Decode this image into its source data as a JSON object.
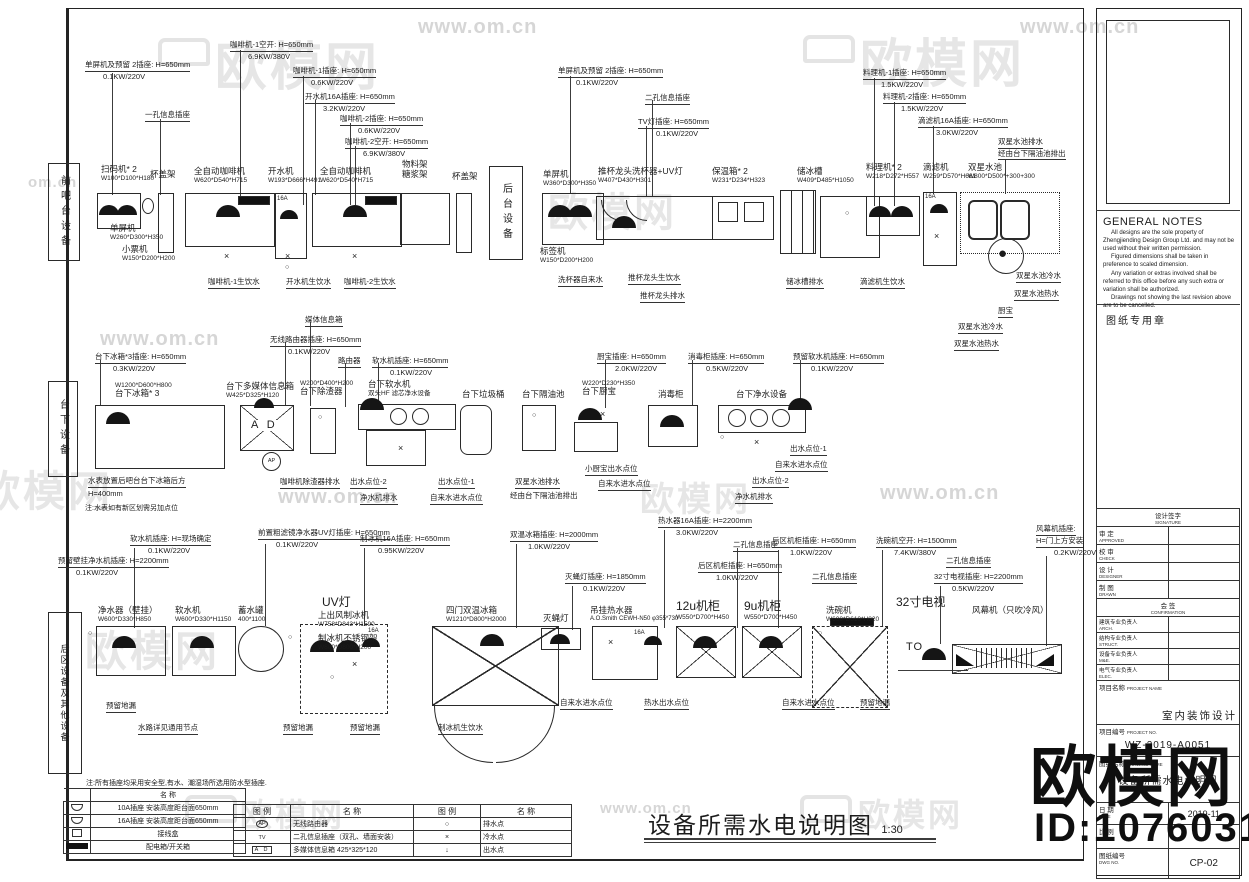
{
  "sheet": {
    "title": "设备所需水电说明图",
    "scale": "1:30",
    "breaker": "16A"
  },
  "wm": {
    "brand": "欧模网",
    "url": "www.om.cn",
    "url_short": "om.cn",
    "id": "ID:1076031"
  },
  "zones": {
    "z1": "前吧台设备",
    "z2": "后台设备",
    "z3": "台下设备",
    "z4": "后区设备及其他设备"
  },
  "t": {
    "ann": [
      {
        "t": "单屏机及预留 2插座: H=650mm",
        "p": "0.1KW/220V"
      },
      {
        "t": "一孔信息插座",
        "p": ""
      },
      {
        "t": "咖啡机-1空开: H=650mm",
        "p": "6.9KW/380V"
      },
      {
        "t": "咖啡机-1插座: H=650mm",
        "p": "0.6KW/220V"
      },
      {
        "t": "开水机16A插座: H=650mm",
        "p": "3.2KW/220V"
      },
      {
        "t": "咖啡机-2插座: H=650mm",
        "p": "0.6KW/220V"
      },
      {
        "t": "咖啡机-2空开: H=650mm",
        "p": "6.9KW/380V"
      },
      {
        "t": "单屏机及预留 2插座: H=650mm",
        "p": "0.1KW/220V"
      },
      {
        "t": "二孔信息插座",
        "p": ""
      },
      {
        "t": "TV灯插座: H=650mm",
        "p": "0.1KW/220V"
      },
      {
        "t": "料理机-1插座: H=650mm",
        "p": "1.5KW/220V"
      },
      {
        "t": "料理机-2插座: H=650mm",
        "p": "1.5KW/220V"
      },
      {
        "t": "滴滤机16A插座: H=650mm",
        "p": "3.0KW/220V"
      },
      {
        "t": "双星水池排水",
        "p": "经由台下隔油池排出"
      }
    ],
    "eq": [
      {
        "n": "扫码机* 2",
        "d": "W100*D100*H180"
      },
      {
        "n": "单屏机",
        "d": "W260*D300*H350"
      },
      {
        "n": "小票机",
        "d": "W150*D200*H200"
      },
      {
        "n": "杯盖架",
        "d": ""
      },
      {
        "n": "全自动咖啡机",
        "d": "W620*D540*H715"
      },
      {
        "n": "开水机",
        "d": "W193*D666*H491"
      },
      {
        "n": "全自动咖啡机",
        "d": "W620*D540*H715"
      },
      {
        "n": "物料架",
        "d": ""
      },
      {
        "n": "糖浆架",
        "d": ""
      },
      {
        "n": "杯盖架",
        "d": ""
      },
      {
        "n": "单屏机",
        "d": "W360*D300*H350"
      },
      {
        "n": "标签机",
        "d": "W150*D200*H200"
      },
      {
        "n": "推杯龙头洗杯器+UV灯",
        "d": "W407*D430*H301"
      },
      {
        "n": "保温箱* 2",
        "d": "W231*D234*H323"
      },
      {
        "n": "储冰槽",
        "d": "W409*D485*H1050"
      },
      {
        "n": "料理机* 2",
        "d": "W218*D272*H557"
      },
      {
        "n": "滴滤机",
        "d": "W259*D570*H661"
      },
      {
        "n": "双星水池",
        "d": "W800*D500*+300+300"
      }
    ],
    "wl": [
      "咖啡机-1生饮水",
      "开水机生饮水",
      "咖啡机-2生饮水",
      "洗杯器自来水",
      "推杯龙头生饮水",
      "推杯龙头排水",
      "储冰槽排水",
      "滴滤机生饮水",
      "双星水池冷水",
      "双星水池热水",
      "厨宝",
      "双星水池冷水",
      "双星水池热水"
    ]
  },
  "m": {
    "ann": [
      {
        "t": "台下冰箱*3插座: H=650mm",
        "p": "0.3KW/220V"
      },
      {
        "t": "媒体信息箱",
        "p": ""
      },
      {
        "t": "无线路由器插座: H=650mm",
        "p": "0.1KW/220V"
      },
      {
        "t": "路由器",
        "p": ""
      },
      {
        "t": "软水机插座: H=650mm",
        "p": "0.1KW/220V"
      },
      {
        "t": "厨宝插座: H=650mm",
        "p": "2.0KW/220V"
      },
      {
        "t": "消毒柜插座: H=650mm",
        "p": "0.5KW/220V"
      },
      {
        "t": "预留软水机插座: H=650mm",
        "p": "0.1KW/220V"
      }
    ],
    "eq": [
      {
        "n": "台下冰箱* 3",
        "d": "W1200*D600*H800"
      },
      {
        "n": "台下多媒体信息箱",
        "d": "W425*D325*H120"
      },
      {
        "n": "台下除渣器",
        "d": "W200*D400*H200"
      },
      {
        "n": "台下软水机",
        "d": "双头HF 滤芯净水设备"
      },
      {
        "n": "台下垃圾桶",
        "d": ""
      },
      {
        "n": "台下隔油池",
        "d": ""
      },
      {
        "n": "台下厨宝",
        "d": "W220*D230*H350"
      },
      {
        "n": "消毒柜",
        "d": ""
      },
      {
        "n": "台下净水设备",
        "d": ""
      }
    ],
    "wl": [
      "水表放置后吧台台下冰箱后方",
      "H=400mm",
      "注:水表如有新区划需另加点位",
      "咖啡机除渣器排水",
      "出水点位-2",
      "净水机排水",
      "出水点位-1",
      "自来水进水点位",
      "双星水池排水",
      "经由台下隔油池排出",
      "小厨宝出水点位",
      "自来水进水点位",
      "出水点位-1",
      "自来水进水点位",
      "出水点位-2",
      "净水机排水"
    ],
    "ap": "AP",
    "ad": "A D"
  },
  "b": {
    "ann": [
      {
        "t": "软水机插座: H=现场确定",
        "p": "0.1KW/220V"
      },
      {
        "t": "预留壁挂净水机插座: H=2200mm",
        "p": "0.1KW/220V"
      },
      {
        "t": "前置粗滤镜净水器UV灯插座: H=650mm",
        "p": "0.1KW/220V"
      },
      {
        "t": "制冰机16A插座: H=650mm",
        "p": "0.95KW/220V"
      },
      {
        "t": "双温冰箱插座: H=2000mm",
        "p": "1.0KW/220V"
      },
      {
        "t": "灭蝇灯插座: H=1850mm",
        "p": "0.1KW/220V"
      },
      {
        "t": "热水器16A插座: H=2200mm",
        "p": "3.0KW/220V"
      },
      {
        "t": "二孔信息插座",
        "p": ""
      },
      {
        "t": "后区机柜插座: H=650mm",
        "p": "1.0KW/220V"
      },
      {
        "t": "后区机柜插座: H=650mm",
        "p": "1.0KW/220V"
      },
      {
        "t": "二孔信息插座",
        "p": ""
      },
      {
        "t": "洗碗机空开: H=1500mm",
        "p": "7.4KW/380V"
      },
      {
        "t": "二孔信息插座",
        "p": ""
      },
      {
        "t": "32寸电视插座: H=2200mm",
        "p": "0.5KW/220V"
      },
      {
        "t": "风幕机插座:",
        "t2": "H=门上方安装",
        "p": "0.2KW/220V"
      }
    ],
    "eq": [
      {
        "n": "净水器（壁挂）",
        "d": "W600*D330*H850"
      },
      {
        "n": "软水机",
        "d": "W600*D330*H1150"
      },
      {
        "n": "蓄水罐",
        "d": "400*1100"
      },
      {
        "n": "UV灯",
        "d": ""
      },
      {
        "n": "上出风制冰机",
        "d": "W758*D843*H1590"
      },
      {
        "n": "制冰机不锈钢架",
        "d": "W800*D800*H200"
      },
      {
        "n": "四门双温冰箱",
        "d": "W1210*D800*H2000"
      },
      {
        "n": "灭蝇灯",
        "d": ""
      },
      {
        "n": "吊挂热水器",
        "d": "A.O.Smith CEWH-N50 φ355*730"
      },
      {
        "n": "12u机柜",
        "d": "W550*D700*H450"
      },
      {
        "n": "9u机柜",
        "d": "W550*D700*H450"
      },
      {
        "n": "洗碗机",
        "d": "W600*D610*H820"
      },
      {
        "n": "32寸电视",
        "d": ""
      },
      {
        "n": "风幕机（只吹冷风）",
        "d": ""
      }
    ],
    "wl": [
      "预留地漏",
      "水路详见通用节点",
      "预留地漏",
      "预留地漏",
      "制冰机生饮水",
      "自来水进水点位",
      "热水出水点位",
      "自来水进水点位",
      "预留地漏"
    ],
    "tv": "TO"
  },
  "legend": {
    "note": "注:所有插座均采用安全型,有水、潮湿场所选用防水型插座.",
    "name_header": "名  称",
    "sym_header": "图 例",
    "left_rows": [
      "10A插座 安装高度距台面650mm",
      "16A插座 安装高度距台面650mm",
      "接线盒",
      "配电箱/开关箱"
    ],
    "rows": [
      {
        "sym": "AP",
        "name": "无线路由器",
        "sym2": "○",
        "name2": "排水点"
      },
      {
        "sym": "TV",
        "name": "二孔信息插座（双孔、墙面安装）",
        "sym2": "×",
        "name2": "冷水点"
      },
      {
        "sym": "A D",
        "name": "多媒体信息箱 425*325*120",
        "sym2": "↓",
        "name2": "出水点"
      }
    ]
  },
  "panel": {
    "notes_title": "GENERAL NOTES",
    "notes": [
      "All designs are the sole property of Zhengjiending Design Group Ltd. and may not be used without their written permission.",
      "Figured dimensions shall be taken in preference to scaled dimension.",
      "Any variation or extras involved shall be referred to this office before any such extra or variation shall be authorized.",
      "Drawings not showing the last revision above are to be cancelled."
    ],
    "stamp": "图纸专用章",
    "sig_title": "设计签字",
    "sig_title_en": "SIGNATURE",
    "sig_rows": [
      {
        "cn": "审  定",
        "en": "APPROVED"
      },
      {
        "cn": "校  审",
        "en": "CHECK"
      },
      {
        "cn": "设  计",
        "en": "DESIGNER"
      },
      {
        "cn": "制  图",
        "en": "DRAWN"
      }
    ],
    "conf_title": "会  签",
    "conf_title_en": "CONFIRMATION",
    "conf_rows": [
      {
        "cn": "建筑专业负责人",
        "en": "ARCH."
      },
      {
        "cn": "结构专业负责人",
        "en": "STRUCT."
      },
      {
        "cn": "设备专业负责人",
        "en": "M&E."
      },
      {
        "cn": "电气专业负责人",
        "en": "ELEC."
      }
    ],
    "project_name_label": "项目名称",
    "project_name_en": "PROJECT NAME",
    "project_name": "室内装饰设计",
    "project_no_label": "项目编号",
    "project_no_en": "PROJECT NO.",
    "project_no": "WZ-2019-A0051",
    "drawing_name_label": "图纸名称",
    "drawing_name_en": "DRAWING NAME",
    "drawing_name": "设备所需水电说明图",
    "date_label": "日  期",
    "date_en": "DATE",
    "date": "2019-11",
    "scale_label": "比  例",
    "scale_en": "SCALE",
    "scale": "",
    "dwg_label": "图纸编号",
    "dwg_en": "DWG NO.",
    "dwg_no": "CP-02"
  }
}
